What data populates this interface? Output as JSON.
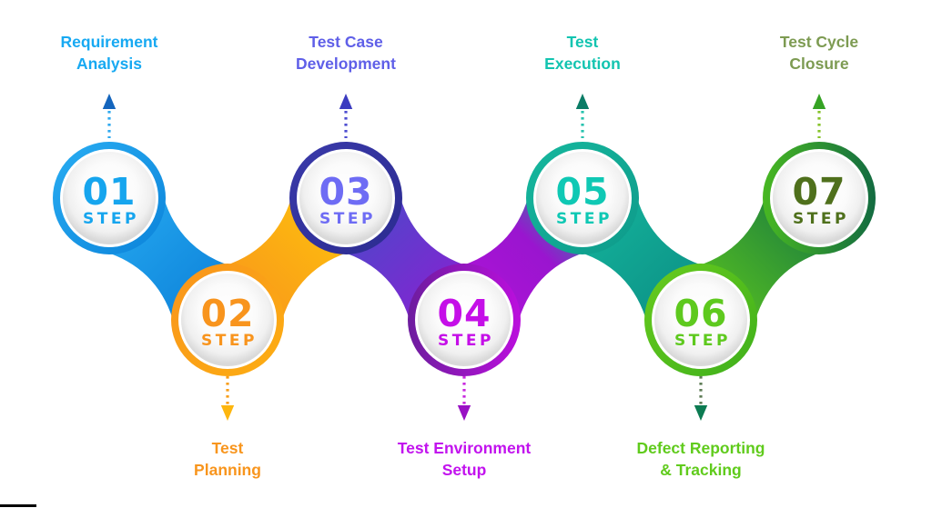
{
  "infographic": {
    "background": "#ffffff",
    "description": "7-step software testing life cycle infographic"
  },
  "steps": [
    {
      "number": "01",
      "step_label": "STEP",
      "title": [
        "Requirement",
        "Analysis"
      ],
      "number_color": "#16a5ee",
      "title_color": "#17a9f2",
      "ring": {
        "from": "#29adf2",
        "to": "#0b83da"
      },
      "arrow": {
        "dash": "#2fa9ef",
        "head": "#1465bd"
      }
    },
    {
      "number": "02",
      "step_label": "STEP",
      "title": [
        "Test",
        "Planning"
      ],
      "number_color": "#f8941d",
      "title_color": "#f8951d",
      "ring": {
        "from": "#f8941c",
        "to": "#fdae12"
      },
      "arrow": {
        "dash": "#f89d18",
        "head": "#fdb60e"
      }
    },
    {
      "number": "03",
      "step_label": "STEP",
      "title": [
        "Test Case",
        "Development"
      ],
      "number_color": "#6e6cf4",
      "title_color": "#5f5fe8",
      "ring": {
        "from": "#3a3aaa",
        "to": "#2b2b90"
      },
      "arrow": {
        "dash": "#4d4dd0",
        "head": "#3c3cc0"
      }
    },
    {
      "number": "04",
      "step_label": "STEP",
      "title": [
        "Test Environment",
        "Setup"
      ],
      "number_color": "#c50fe8",
      "title_color": "#c213ee",
      "ring": {
        "from": "#6d1d9e",
        "to": "#bb0fdd"
      },
      "arrow": {
        "dash": "#c829de",
        "head": "#9911c4"
      }
    },
    {
      "number": "05",
      "step_label": "STEP",
      "title": [
        "Test",
        "Execution"
      ],
      "number_color": "#0fc8b4",
      "title_color": "#12c4b0",
      "ring": {
        "from": "#16b89e",
        "to": "#0e9a8a"
      },
      "arrow": {
        "dash": "#27c2ae",
        "head": "#0a7c66"
      }
    },
    {
      "number": "06",
      "step_label": "STEP",
      "title": [
        "Defect Reporting",
        "& Tracking"
      ],
      "number_color": "#5ec91e",
      "title_color": "#60cb1c",
      "ring": {
        "from": "#68cb1e",
        "to": "#3fb01b"
      },
      "arrow": {
        "dash": "#5e7c56",
        "head": "#0c7b52"
      }
    },
    {
      "number": "07",
      "step_label": "STEP",
      "title": [
        "Test Cycle",
        "Closure"
      ],
      "number_color": "#4f701c",
      "title_color": "#7d9b52",
      "ring": {
        "from": "#48b822",
        "to": "#136b41"
      },
      "arrow": {
        "dash": "#86c32a",
        "head": "#35a324"
      }
    }
  ],
  "connectors": [
    {
      "from": "#27a9f0",
      "mid": "#1894e4",
      "to": "#0d7fd7"
    },
    {
      "from": "#f8941c",
      "mid": "#fbab14",
      "to": "#fec30c"
    },
    {
      "from": "#474bc9",
      "mid": "#6a35ce",
      "to": "#8c1ed2"
    },
    {
      "from": "#b013d8",
      "mid": "#9a15cf",
      "to": "#10a796"
    },
    {
      "from": "#14b49c",
      "mid": "#10a190",
      "to": "#0b8e84"
    },
    {
      "from": "#5cc51e",
      "mid": "#3aa02f",
      "to": "#187a40"
    }
  ],
  "decor": {
    "corner_bar_color": "#000000"
  }
}
